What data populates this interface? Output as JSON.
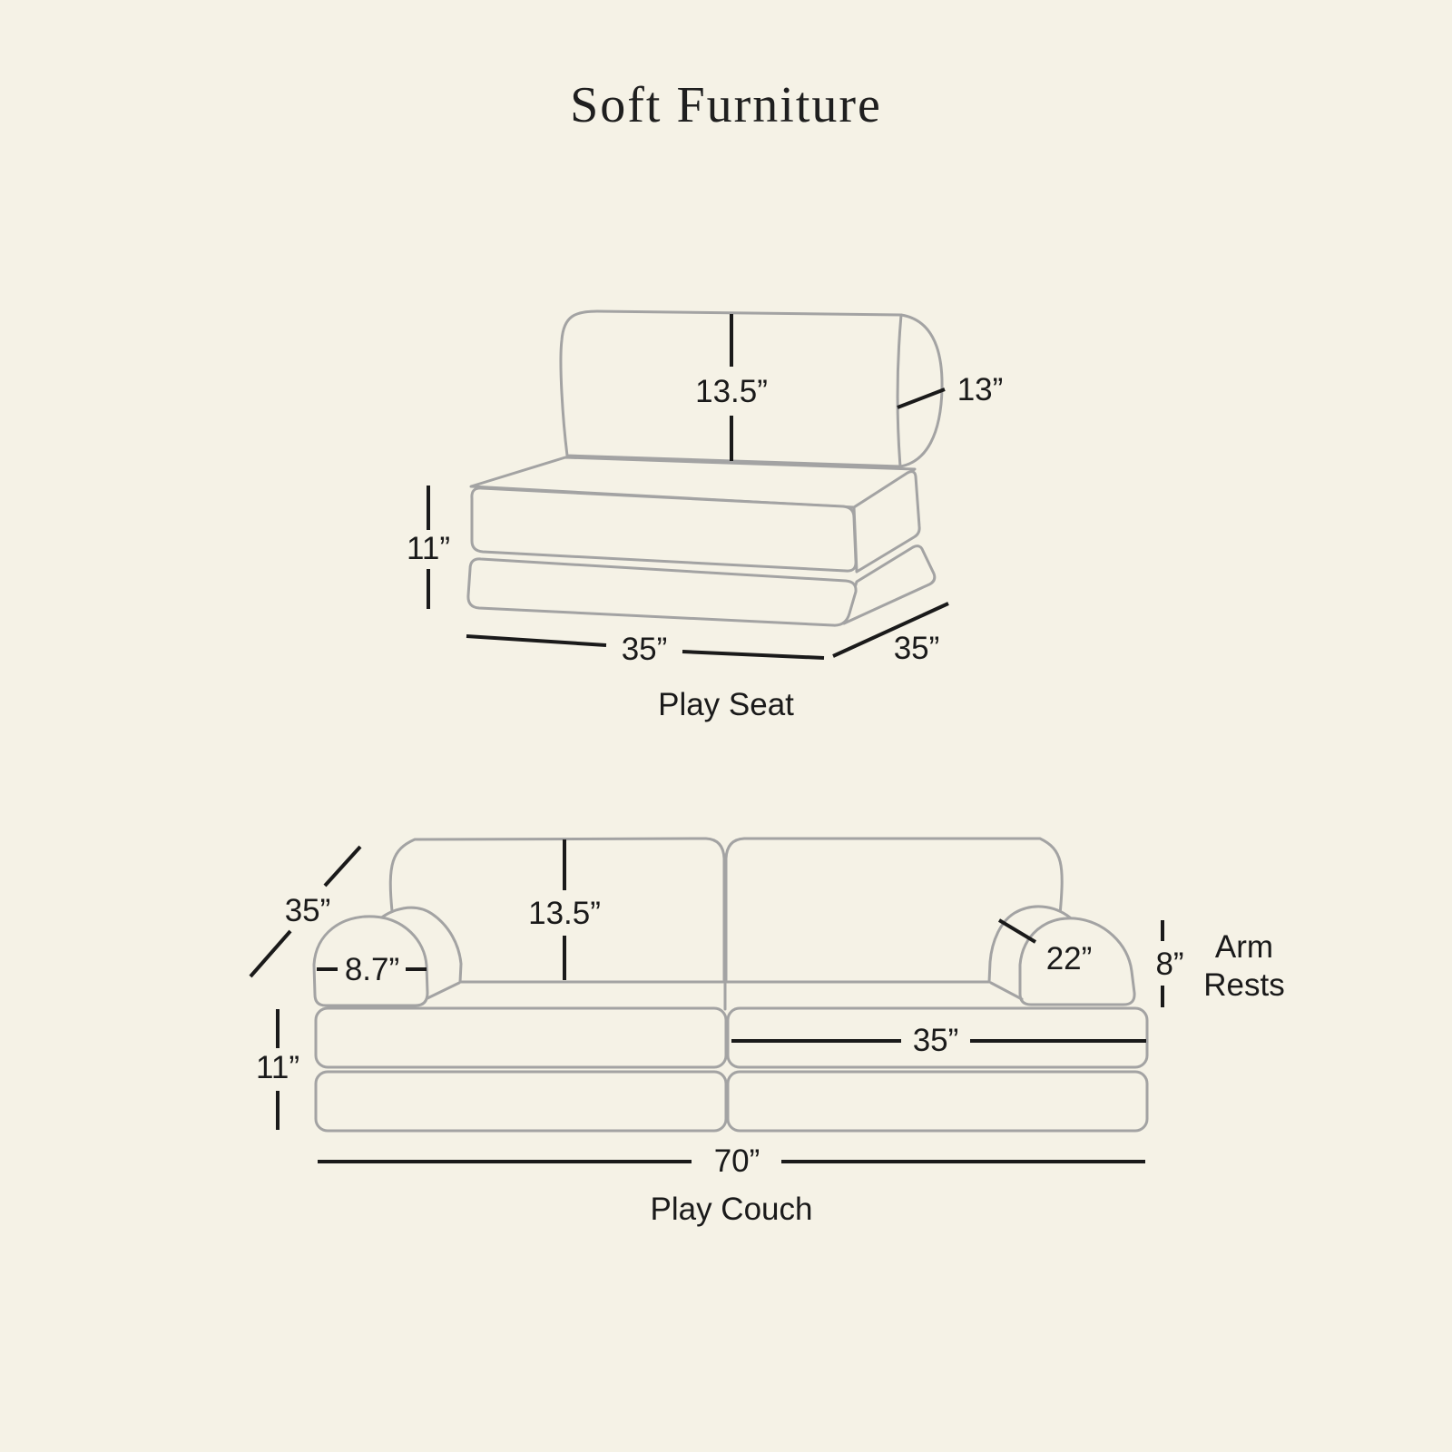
{
  "title": "Soft Furniture",
  "colors": {
    "background": "#f5f2e6",
    "furniture_outline": "#a3a3a3",
    "dimension_line": "#1a1a1a",
    "text": "#1a1a1a"
  },
  "play_seat": {
    "label": "Play Seat",
    "backrest_height": "13.5”",
    "backrest_depth": "13”",
    "base_height": "11”",
    "width": "35”",
    "depth": "35”"
  },
  "play_couch": {
    "label": "Play Couch",
    "depth": "35”",
    "backrest_height": "13.5”",
    "armrest_front_width": "8.7”",
    "armrest_length": "22”",
    "armrest_height": "8”",
    "armrest_label_line1": "Arm",
    "armrest_label_line2": "Rests",
    "base_height": "11”",
    "seat_section_width": "35”",
    "total_width": "70”"
  }
}
